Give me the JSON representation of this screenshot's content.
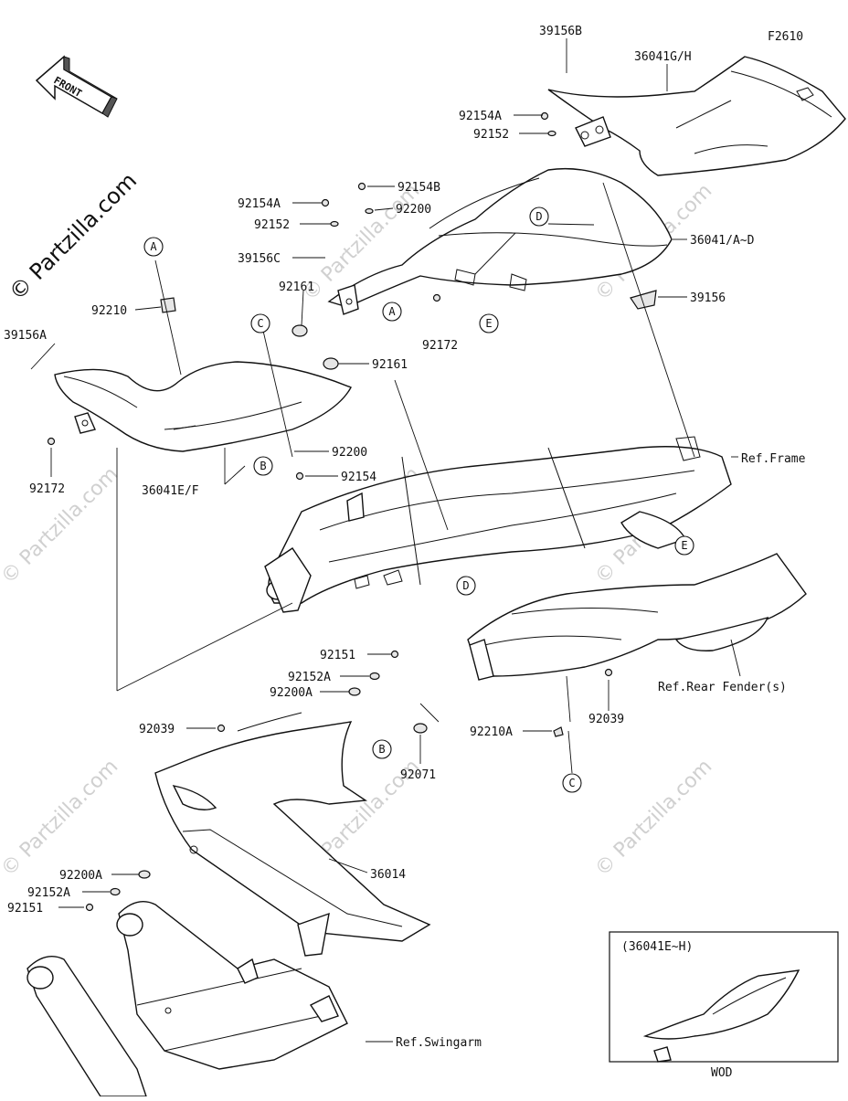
{
  "diagram": {
    "code": "F2610",
    "front_label": "FRONT",
    "watermark": "© Partzilla.com",
    "inset": {
      "title": "(36041E~H)",
      "caption": "WOD"
    },
    "part_labels": [
      "39156B",
      "36041G/H",
      "92154A",
      "92152",
      "92154B",
      "92154A",
      "92200",
      "92152",
      "36041/A~D",
      "39156C",
      "39156",
      "92161",
      "92210",
      "92172",
      "39156A",
      "92161",
      "92200",
      "92154",
      "36041E/F",
      "92172",
      "Ref.Frame",
      "92151",
      "92152A",
      "92200A",
      "92039",
      "Ref.Rear Fender(s)",
      "92039",
      "92210A",
      "92071",
      "92200A",
      "36014",
      "92152A",
      "92151",
      "Ref.Swingarm"
    ],
    "callouts": [
      "D",
      "A",
      "A",
      "E",
      "C",
      "B",
      "E",
      "D",
      "B",
      "C"
    ]
  }
}
